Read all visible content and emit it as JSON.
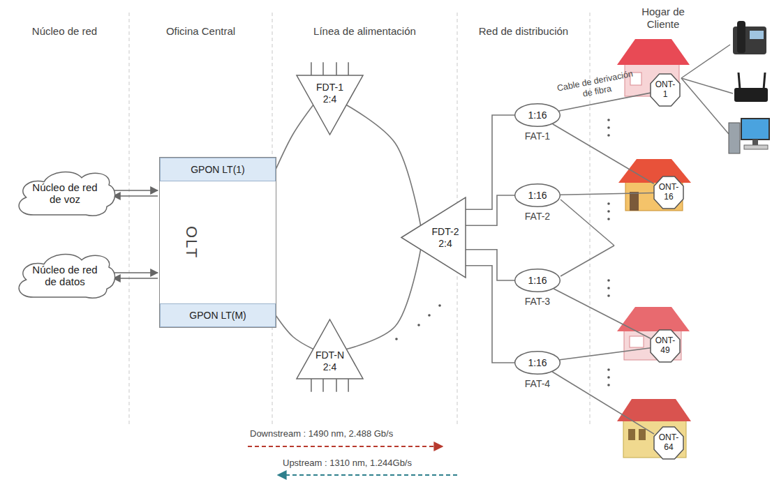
{
  "diagram": {
    "nodes": [
      {
        "text": [
          "Núcleo de red de voz"
        ]
      },
      {
        "text": [
          "Núcleo de red de datos"
        ]
      },
      {
        "text": [
          "OLT"
        ]
      },
      {
        "text": [
          "GPON LT(1)"
        ],
        "in": 2
      },
      {
        "text": [
          "GPON LT(M)"
        ],
        "in": 2
      },
      {
        "text": [
          "FDT-1 2:4"
        ]
      },
      {
        "text": [
          "FDT-2 2:4"
        ]
      },
      {
        "text": [
          "FDT-N 2:4"
        ]
      },
      {
        "text": [
          "1:16",
          "FAT-1"
        ]
      },
      {
        "text": [
          "1:16",
          "FAT-2"
        ]
      },
      {
        "text": [
          "1:16",
          "FAT-3"
        ]
      },
      {
        "text": [
          "1:16",
          "FAT-4"
        ]
      },
      {
        "text": [
          "ONT- 1"
        ]
      },
      {
        "text": [
          "ONT- 16"
        ]
      },
      {
        "text": [
          "ONT- 49"
        ]
      },
      {
        "text": [
          "ONT- 64"
        ]
      }
    ],
    "edges": [
      {
        "from": 0,
        "to": 2,
        "arrow": "both"
      },
      {
        "from": 1,
        "to": 2,
        "arrow": "both"
      },
      {
        "from": 3,
        "to": 5,
        "arrow": "none"
      },
      {
        "from": 5,
        "to": 6,
        "arrow": "none"
      },
      {
        "from": 4,
        "to": 7,
        "arrow": "none"
      },
      {
        "from": 7,
        "to": 6,
        "arrow": "none"
      },
      {
        "from": 6,
        "to": 8,
        "arrow": "none"
      },
      {
        "from": 6,
        "to": 9,
        "arrow": "none"
      },
      {
        "from": 6,
        "to": 10,
        "arrow": "none"
      },
      {
        "from": 6,
        "to": 11,
        "arrow": "none"
      },
      {
        "from": 8,
        "to": 12,
        "arrow": "none",
        "label": "Cable de derivación de fibra"
      },
      {
        "from": 8,
        "to": 13,
        "arrow": "none"
      },
      {
        "from": 9,
        "to": 13,
        "arrow": "none"
      },
      {
        "from": 10,
        "to": 14,
        "arrow": "none"
      },
      {
        "from": 11,
        "to": 14,
        "arrow": "none"
      },
      {
        "from": 11,
        "to": 15,
        "arrow": "none"
      }
    ],
    "labels": [
      "Núcleo de red",
      "Oficina Central",
      "Línea de alimentación",
      "Red de distribución",
      "Hogar de Cliente",
      "Downstream : 1490 nm, 2.488 Gb/s",
      "Upstream : 1310 nm, 1.244Gb/s"
    ]
  }
}
